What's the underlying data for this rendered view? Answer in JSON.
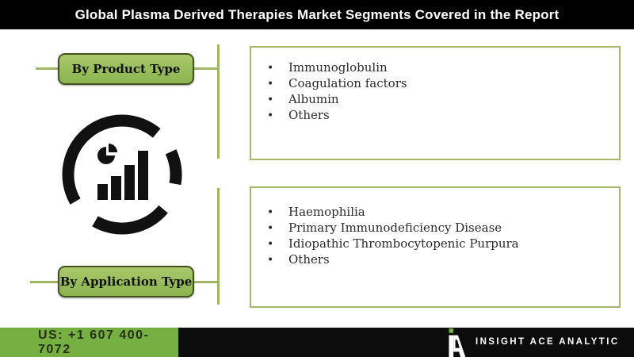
{
  "header": {
    "title": "Global Plasma Derived Therapies Market Segments Covered in the Report"
  },
  "segments": [
    {
      "label": "By Product Type",
      "items": [
        "Immunoglobulin",
        "Coagulation factors",
        "Albumin",
        "Others"
      ]
    },
    {
      "label": "By Application Type",
      "items": [
        "Haemophilia",
        "Primary Immunodeficiency Disease",
        "Idiopathic Thrombocytopenic Purpura",
        "Others"
      ]
    }
  ],
  "list": {
    "bullet_char": "•"
  },
  "center_icon": {
    "name": "market-analytics-chart-icon"
  },
  "footer": {
    "phone": "US: +1 607 400-7072",
    "brand": "INSIGHT ACE ANALYTIC"
  },
  "colors": {
    "header_bg": "#000000",
    "button_green": "#9ec162",
    "button_border": "#44521f",
    "connector_green": "#9fb763",
    "box_border": "#a6b96b",
    "footer_green": "#76b043",
    "footer_black": "#0c0c0c",
    "icon_black": "#111111"
  }
}
